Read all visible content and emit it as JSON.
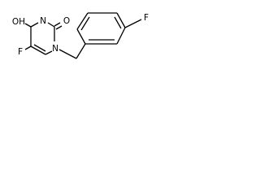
{
  "molecule": {
    "atoms": {
      "hydroxyl_oxygen": "OH",
      "ring_nitrogen_top": "N",
      "carbonyl_oxygen": "O",
      "ring_fluorine": "F",
      "ring_nitrogen_bottom": "N",
      "aryl_fluorine": "F"
    }
  }
}
